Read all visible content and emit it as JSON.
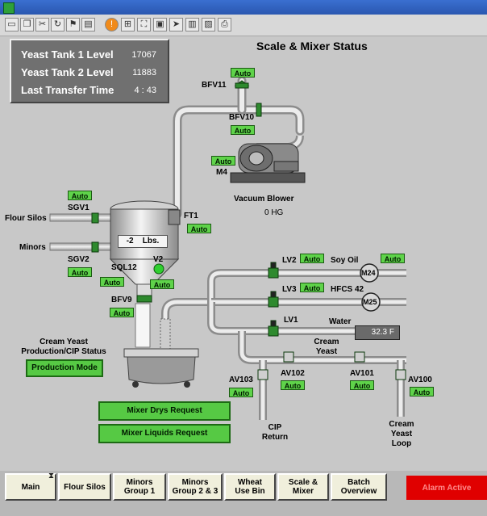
{
  "page": {
    "title": "Scale & Mixer Status"
  },
  "yeast_panel": {
    "rows": [
      {
        "label": "Yeast Tank 1 Level",
        "value": "17067"
      },
      {
        "label": "Yeast Tank 2 Level",
        "value": "11883"
      },
      {
        "label": "Last Transfer Time",
        "value": "4 : 43"
      }
    ]
  },
  "equipment": {
    "bfv11": "BFV11",
    "bfv10": "BFV10",
    "m4": "M4",
    "vacuum_blower": "Vacuum Blower",
    "vacuum_reading": "0 HG",
    "ft1": "FT1",
    "sgv1": "SGV1",
    "sgv2": "SGV2",
    "sql12": "SQL12",
    "v2": "V2",
    "bfv9": "BFV9",
    "flour_silos": "Flour Silos",
    "minors": "Minors",
    "lv2": "LV2",
    "lv3": "LV3",
    "lv1": "LV1",
    "soy_oil": "Soy Oil",
    "hfcs": "HFCS 42",
    "water": "Water",
    "m24": "M24",
    "m25": "M25",
    "cream_yeast": "Cream\nYeast",
    "av103": "AV103",
    "av102": "AV102",
    "av101": "AV101",
    "av100": "AV100",
    "cip_return": "CIP\nReturn",
    "cream_yeast_loop": "Cream\nYeast\nLoop",
    "scale_weight": "-2    Lbs.",
    "water_temp": "32.3 F"
  },
  "status": {
    "label": "Cream Yeast\nProduction/CIP Status",
    "button": "Production Mode"
  },
  "auto_label": "Auto",
  "requests": {
    "drys": "Mixer Drys Request",
    "liquids": "Mixer Liquids Request"
  },
  "nav": [
    {
      "label": "Main"
    },
    {
      "label": "Flour Silos"
    },
    {
      "label": "Minors\nGroup 1"
    },
    {
      "label": "Minors\nGroup 2 & 3"
    },
    {
      "label": "Wheat\nUse Bin"
    },
    {
      "label": "Scale &\nMixer"
    },
    {
      "label": "Batch\nOverview"
    }
  ],
  "alarm": {
    "label": "Alarm Active",
    "color": "#e00000"
  },
  "colors": {
    "auto_green": "#5fd34a",
    "pipe": "#d4d4d4",
    "valve": "#2e8a2e"
  }
}
